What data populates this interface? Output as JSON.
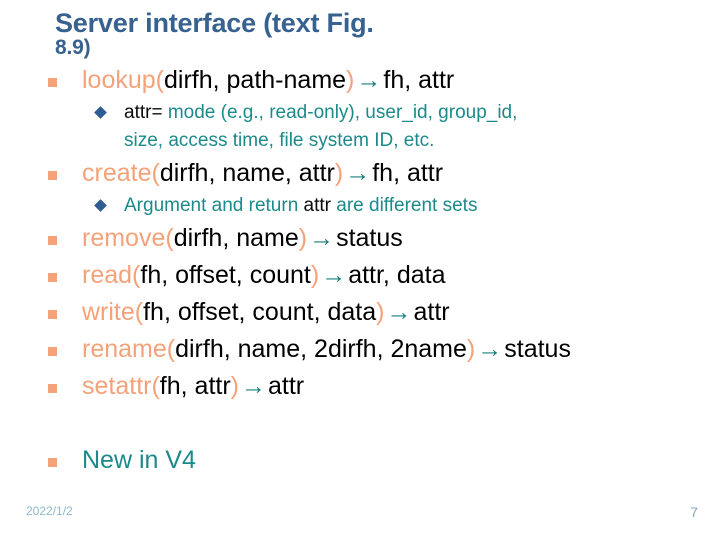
{
  "slide": {
    "title_main": "Server interface (text Fig.",
    "title_sub": "8.9)",
    "bullet_glyph": "square",
    "sub_bullet_glyph": "diamond",
    "arrow_glyph": "→"
  },
  "colors": {
    "title": "#37618F",
    "function_name": "#F4A27A",
    "arguments": "#000000",
    "teal_text": "#1C8A8A",
    "arrow": "#17807F",
    "diamond_bullet": "#2F5C92",
    "square_bullet": "#F4A27A",
    "footer": "#8FB9C9",
    "background": "#FFFFFF"
  },
  "items": [
    {
      "id": "lookup",
      "fn": "lookup(",
      "args": "dirfh, path-name",
      "close": ")",
      "ret": "fh, attr",
      "subs": [
        {
          "lead": "attr= ",
          "teal": "mode (e.g., read-only), user_id, group_id,",
          "cont": "size, access time, file system ID, etc."
        }
      ]
    },
    {
      "id": "create",
      "fn": "create(",
      "args": "dirfh, name, attr",
      "close": ")",
      "ret": "fh, attr",
      "subs": [
        {
          "pre_teal": "Argument and return ",
          "emph": "attr",
          "post_teal": " are different sets"
        }
      ]
    },
    {
      "id": "remove",
      "fn": "remove(",
      "args": "dirfh, name",
      "close": ")",
      "ret": "status",
      "subs": []
    },
    {
      "id": "read",
      "fn": "read(",
      "args": "fh, offset, count",
      "close": ")",
      "ret": "attr, data",
      "subs": []
    },
    {
      "id": "write",
      "fn": "write(",
      "args": "fh, offset, count, data",
      "close": ")",
      "ret": "attr",
      "subs": []
    },
    {
      "id": "rename",
      "fn": "rename(",
      "args": "dirfh, name, 2dirfh, 2name",
      "close": ")",
      "ret": "status",
      "subs": []
    },
    {
      "id": "setattr",
      "fn": "setattr(",
      "args": "fh, attr",
      "close": ")",
      "ret": "attr",
      "subs": []
    }
  ],
  "new_in_v4": "New in V4",
  "footer": {
    "date": "2022/1/2",
    "page": "7"
  }
}
